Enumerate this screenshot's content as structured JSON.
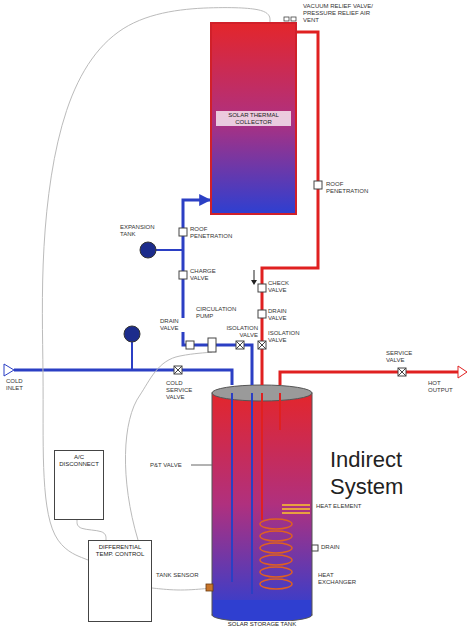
{
  "diagram": {
    "title": "Indirect System",
    "nodes": [
      {
        "text": [
          "SOLAR THERMAL COLLECTOR"
        ]
      },
      {
        "text": [
          "A/C DISCONNECT"
        ]
      },
      {
        "text": [
          "DIFFERENTIAL TEMP. CONTROL"
        ]
      },
      {
        "text": [
          "SOLAR STORAGE TANK"
        ]
      }
    ],
    "edges": [
      {
        "from": 3,
        "to": 0,
        "arrow": "to"
      },
      {
        "from": 0,
        "to": 3,
        "arrow": "none"
      },
      {
        "from": 2,
        "to": 1,
        "arrow": "none"
      },
      {
        "from": 2,
        "to": 3,
        "arrow": "none"
      },
      {
        "from": 2,
        "to": 0,
        "arrow": "none"
      }
    ],
    "labels": [
      "VACUUM RELIEF VALVE/ PRESSURE RELIEF AIR VENT",
      "ROOF PENETRATION",
      "EXPANSION TANK",
      "ROOF PENETRATION",
      "CHARGE VALVE",
      "CIRCULATION PUMP",
      "DRAIN VALVE",
      "ISOLATION VALVE",
      "CHECK VALVE",
      "DRAIN VALVE",
      "ISOLATION VALVE",
      "SERVICE VALVE",
      "HOT OUTPUT",
      "COLD INLET",
      "COLD SERVICE VALVE",
      "P&T VALVE",
      "HEAT ELEMENT",
      "DRAIN",
      "HEAT EXCHANGER",
      "TANK SENSOR"
    ]
  }
}
